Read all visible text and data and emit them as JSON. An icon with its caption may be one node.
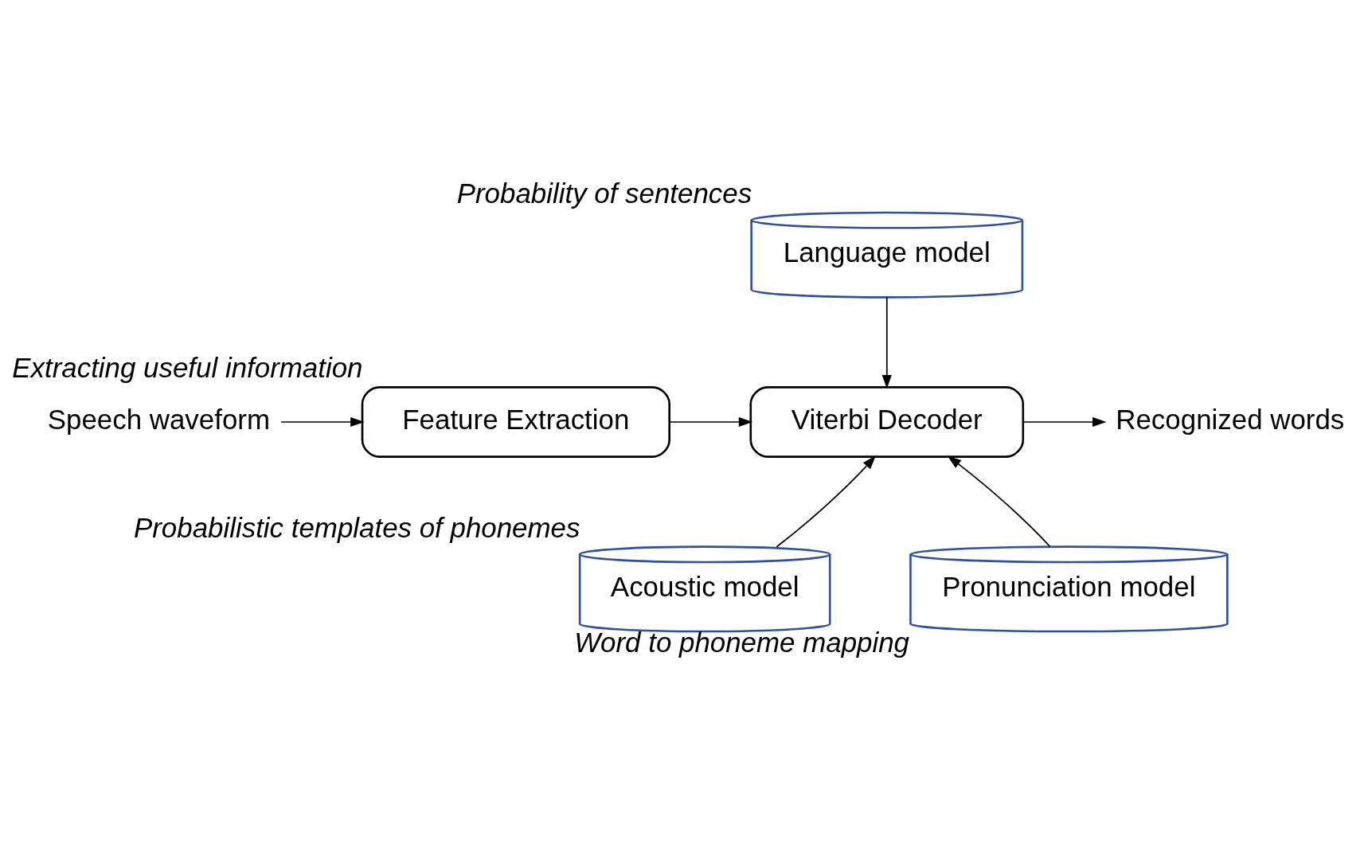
{
  "diagram": {
    "nodes": [
      {
        "text": [
          "Speech waveform"
        ]
      },
      {
        "text": [
          "Feature Extraction"
        ],
        "beside": [
          "Extracting useful information"
        ]
      },
      {
        "text": [
          "Language model"
        ],
        "beside": [
          "Probability of sentences"
        ]
      },
      {
        "text": [
          "Viterbi Decoder"
        ]
      },
      {
        "text": [
          "Recognized words"
        ]
      },
      {
        "text": [
          "Acoustic model"
        ],
        "beside": [
          "Probabilistic templates of phonemes"
        ]
      },
      {
        "text": [
          "Pronunciation model"
        ],
        "beside": [
          "Word to phoneme mapping"
        ]
      }
    ],
    "edges": [
      {
        "from": 0,
        "to": 1,
        "arrow": "to"
      },
      {
        "from": 1,
        "to": 3,
        "arrow": "to"
      },
      {
        "from": 2,
        "to": 3,
        "arrow": "to"
      },
      {
        "from": 3,
        "to": 4,
        "arrow": "to"
      },
      {
        "from": 5,
        "to": 3,
        "arrow": "to"
      },
      {
        "from": 6,
        "to": 3,
        "arrow": "to"
      }
    ]
  }
}
